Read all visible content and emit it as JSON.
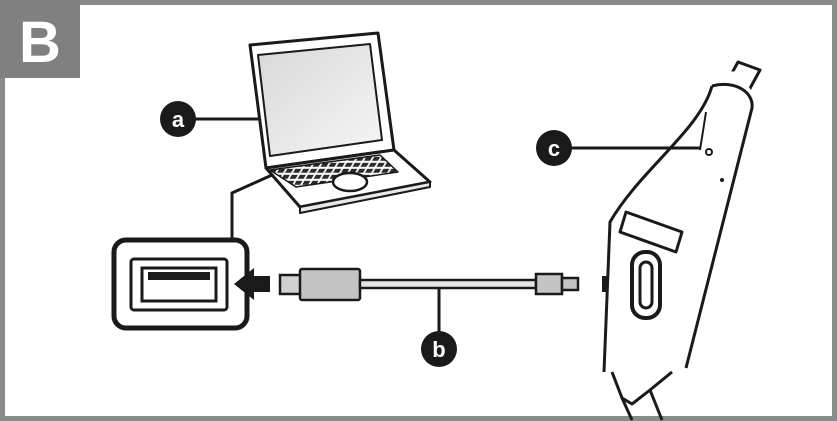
{
  "panel": {
    "label": "B",
    "colors": {
      "label_bg": "#808080",
      "border": "#8a8a8a",
      "line": "#1a1a1a",
      "marker": "#1a1a1a"
    }
  },
  "callouts": {
    "a": "a",
    "b": "b",
    "c": "c"
  },
  "parts": {
    "laptop": "laptop-icon",
    "usb_port": "usb-a-port-icon",
    "cable": "usb-cable-icon",
    "earphones": "neckband-earphones-icon",
    "arrows": "arrow-right-icon"
  }
}
